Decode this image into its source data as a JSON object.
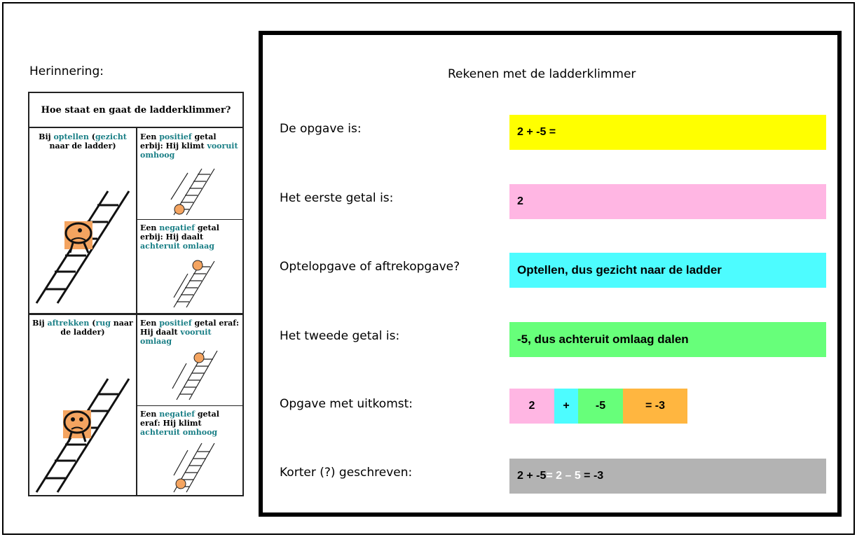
{
  "reminder": {
    "title": "Herinnering:",
    "card_title": "Hoe staat en gaat de ladderklimmer?",
    "add": {
      "left": [
        "Bij ",
        "optellen",
        " (",
        "gezicht",
        " naar de ladder)"
      ],
      "pos": [
        "Een ",
        "positief",
        " getal erbij: Hij klimt ",
        "vooruit omhoog"
      ],
      "neg": [
        "Een ",
        "negatief",
        " getal erbij: Hij daalt ",
        "achteruit omlaag"
      ]
    },
    "sub": {
      "left": [
        "Bij ",
        "aftrekken",
        " (",
        "rug",
        " naar de ladder)"
      ],
      "pos": [
        "Een ",
        "positief",
        " getal eraf: Hij daalt ",
        "vooruit omlaag"
      ],
      "neg": [
        "Een ",
        "negatief",
        " getal eraf: Hij klimt ",
        "achteruit omhoog"
      ]
    }
  },
  "main": {
    "title": "Rekenen met de ladderklimmer",
    "q1": "De opgave is:",
    "a1": "2 + -5 =",
    "q2": "Het eerste getal is:",
    "a2": "2",
    "q3": "Optelopgave of aftrekopgave?",
    "a3": "Optellen, dus gezicht naar de ladder",
    "q4": "Het tweede getal is:",
    "a4": "-5, dus achteruit omlaag dalen",
    "q5": "Opgave met uitkomst:",
    "a5": [
      "2",
      "+",
      "-5",
      "= -3"
    ],
    "q6": "Korter (?) geschreven:",
    "a6_dark1": "2 + -5 ",
    "a6_light": "= 2 – 5",
    "a6_dark2": " = -3"
  },
  "colors": {
    "yellow": "#ffff00",
    "pink": "#ffb6e3",
    "cyan": "#4dfcff",
    "green": "#67ff7a",
    "orange": "#ffb640",
    "gray": "#b3b3b3",
    "teal": "#1a7f86"
  }
}
